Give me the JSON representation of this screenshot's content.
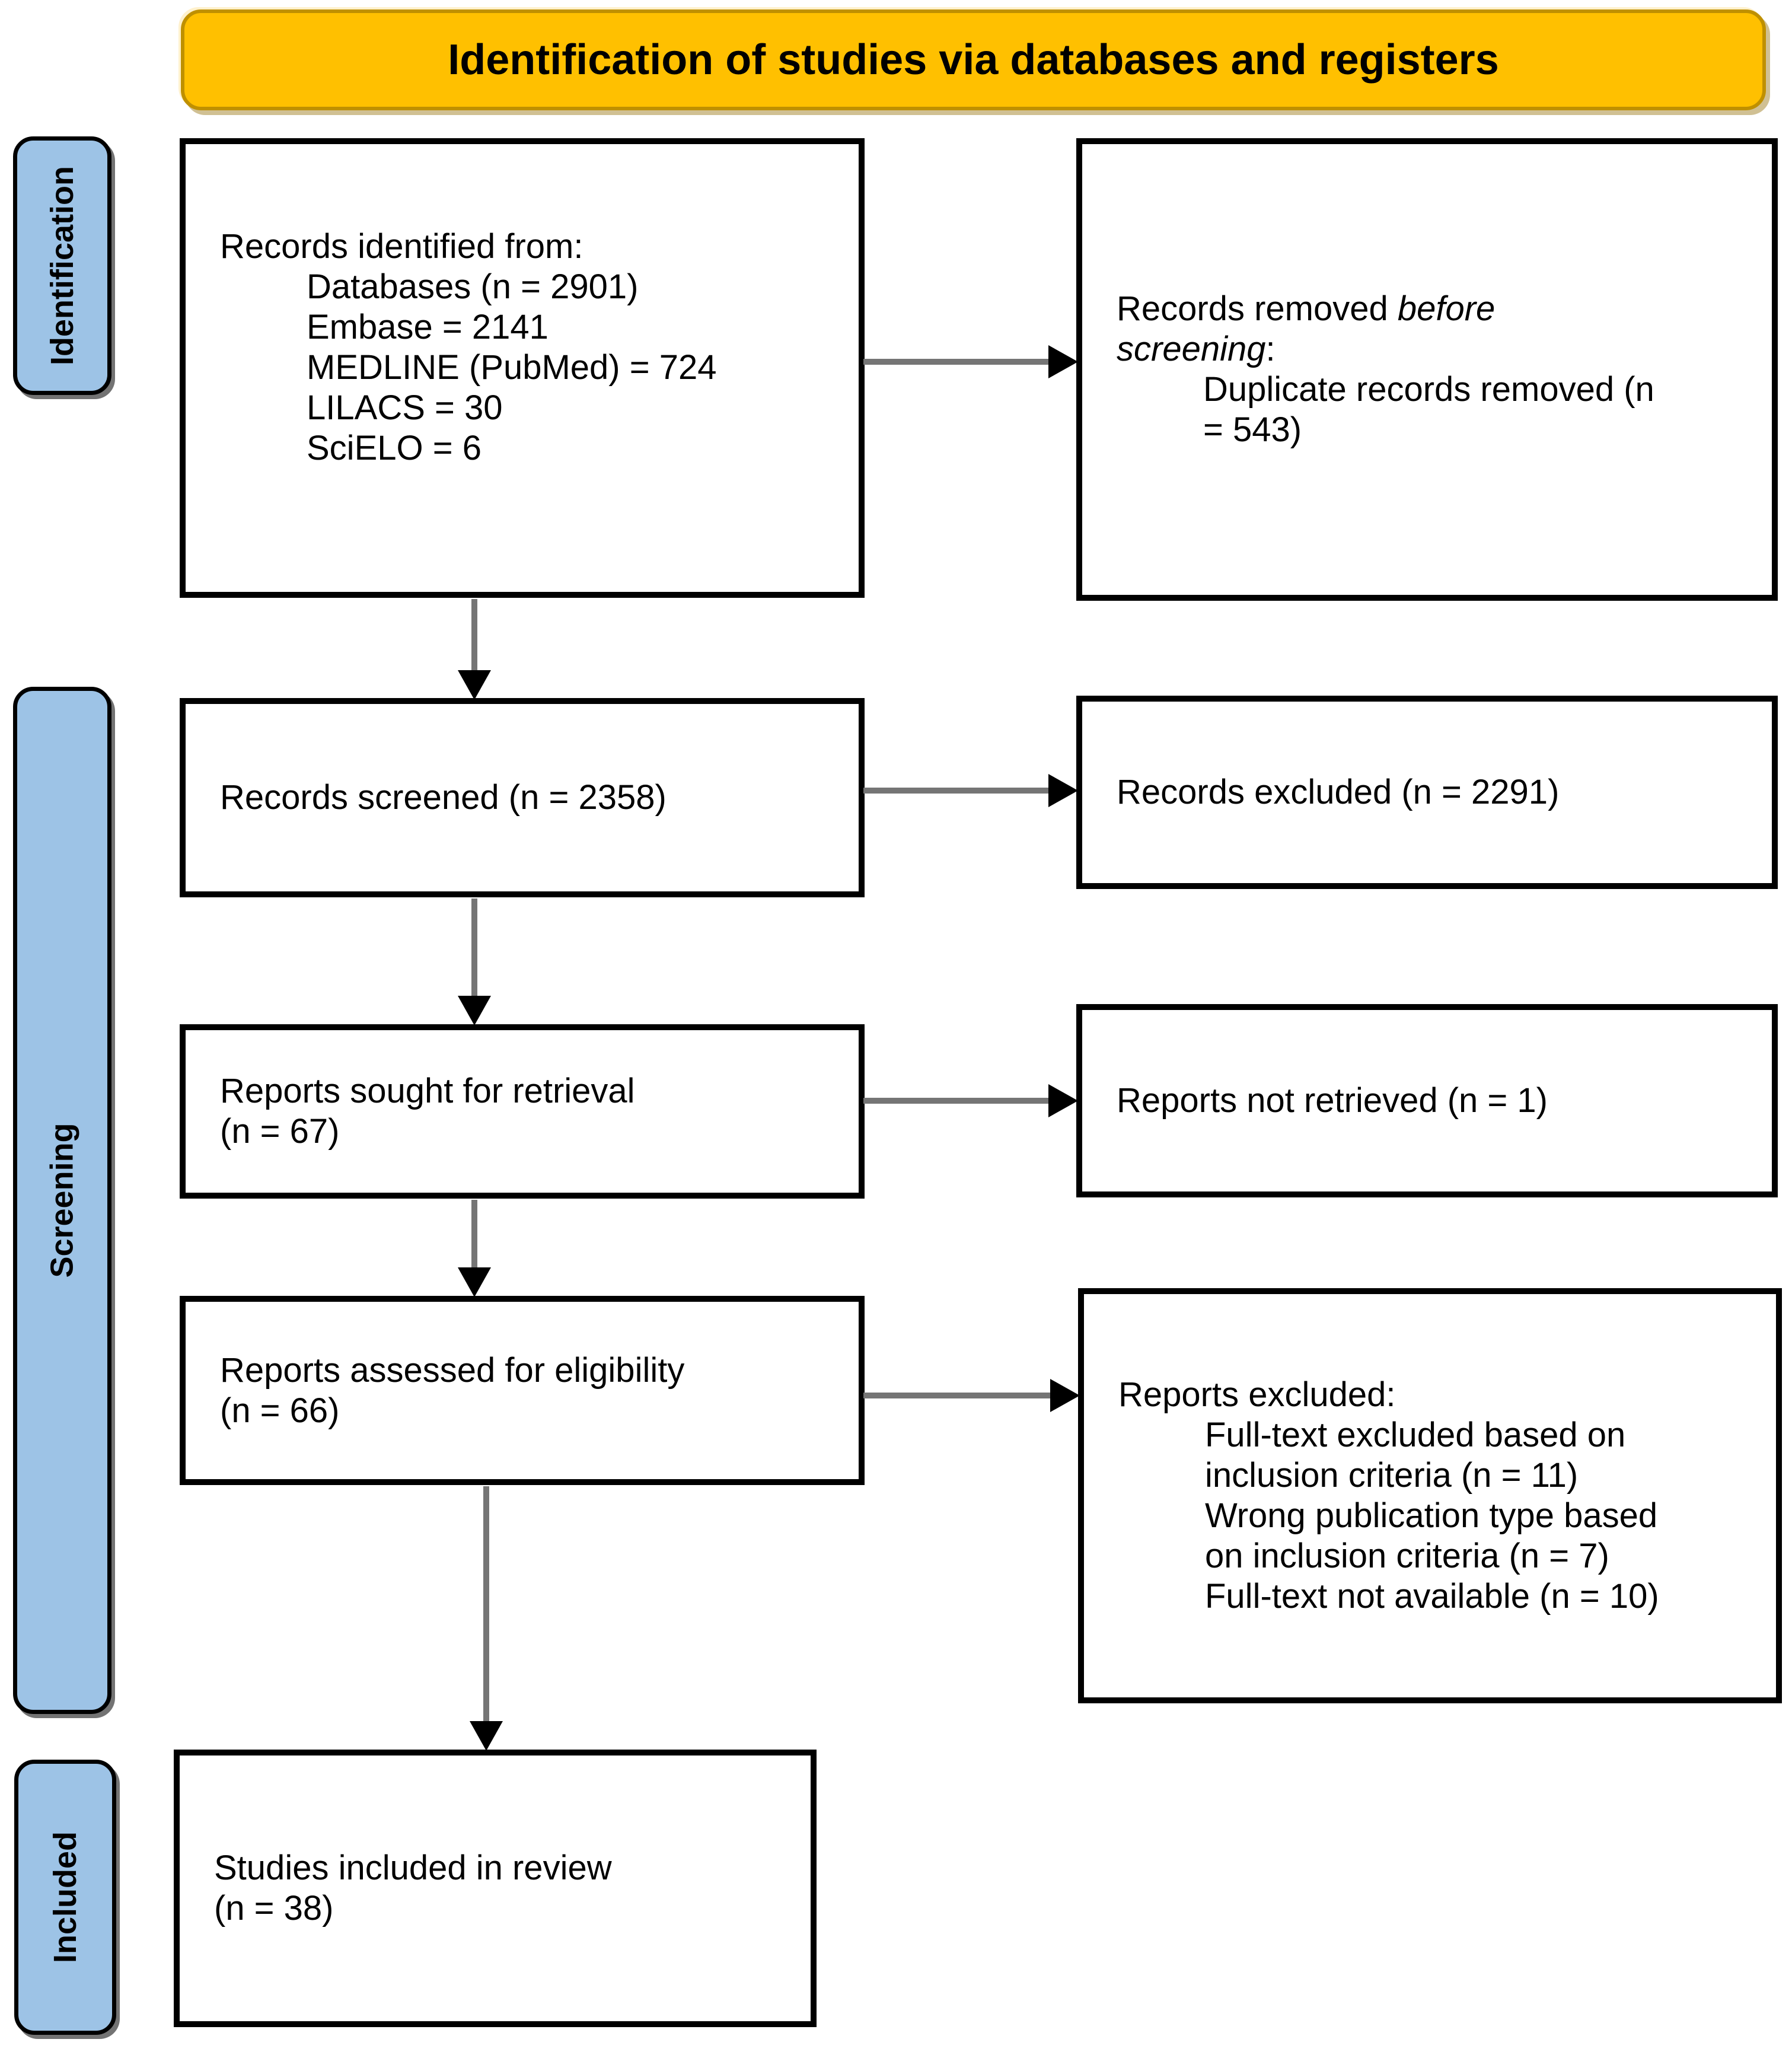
{
  "header": {
    "title": "Identification of studies via databases and registers"
  },
  "sidebar": {
    "stages": [
      {
        "label": "Identification"
      },
      {
        "label": "Screening"
      },
      {
        "label": "Included"
      }
    ]
  },
  "boxes": {
    "identified": {
      "heading": "Records identified from:",
      "items": [
        "Databases (n = 2901)",
        "Embase = 2141",
        "MEDLINE (PubMed) = 724",
        "LILACS = 30",
        "SciELO = 6"
      ]
    },
    "removed_before_screening": {
      "line1_normal": "Records removed ",
      "line1_italic": "before",
      "line2_italic": "screening",
      "line2_normal": ":",
      "items": [
        "Duplicate records removed (n = 543)"
      ]
    },
    "records_screened": {
      "text": "Records screened (n = 2358)"
    },
    "records_excluded": {
      "text": "Records excluded (n = 2291)"
    },
    "reports_sought": {
      "lines": [
        "Reports sought for retrieval",
        "(n = 67)"
      ]
    },
    "reports_not_retrieved": {
      "text": "Reports not retrieved (n = 1)"
    },
    "reports_assessed": {
      "lines": [
        "Reports assessed for eligibility",
        "(n = 66)"
      ]
    },
    "reports_excluded": {
      "heading": "Reports excluded:",
      "items": [
        "Full-text excluded based on inclusion criteria (n = 11)",
        "Wrong publication type based on inclusion criteria (n = 7)",
        "Full-text not available (n = 10)"
      ]
    },
    "studies_included": {
      "lines": [
        "Studies included in review",
        "(n = 38)"
      ]
    }
  },
  "colors": {
    "banner_fill": "#FFC000",
    "banner_border": "#BF9000",
    "stage_fill": "#9DC3E6",
    "box_background": "#FFFFFF",
    "box_border": "#000000",
    "arrow_line": "#757575",
    "arrow_head": "#000000",
    "text": "#000000"
  }
}
